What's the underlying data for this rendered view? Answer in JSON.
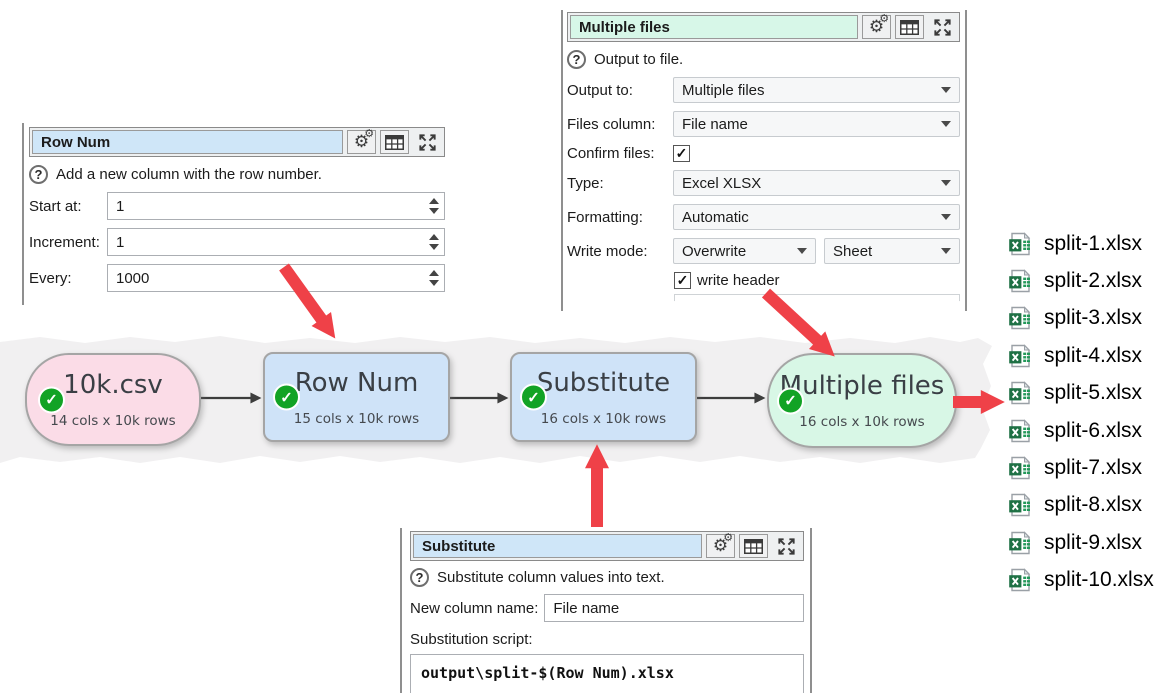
{
  "panels": {
    "row_num": {
      "title": "Row Num",
      "help": "Add a new column with the row number.",
      "fields": [
        {
          "label": "Start at:",
          "value": "1"
        },
        {
          "label": "Increment:",
          "value": "1"
        },
        {
          "label": "Every:",
          "value": "1000"
        }
      ]
    },
    "multiple_files": {
      "title": "Multiple files",
      "help": "Output to file.",
      "output_to_label": "Output to:",
      "output_to_value": "Multiple files",
      "files_column_label": "Files column:",
      "files_column_value": "File name",
      "confirm_files_label": "Confirm files:",
      "type_label": "Type:",
      "type_value": "Excel XLSX",
      "formatting_label": "Formatting:",
      "formatting_value": "Automatic",
      "write_mode_label": "Write mode:",
      "write_mode_value": "Overwrite",
      "write_mode_value2": "Sheet",
      "write_header_label": "write header"
    },
    "substitute": {
      "title": "Substitute",
      "help": "Substitute column values into text.",
      "new_column_label": "New column name:",
      "new_column_value": "File name",
      "script_label": "Substitution script:",
      "script_value": "output\\split-$(Row Num).xlsx"
    }
  },
  "flow": {
    "nodes": [
      {
        "title": "10k.csv",
        "meta": "14 cols x 10k rows",
        "kind": "input"
      },
      {
        "title": "Row Num",
        "meta": "15 cols x 10k rows",
        "kind": "transform"
      },
      {
        "title": "Substitute",
        "meta": "16 cols x 10k rows",
        "kind": "transform"
      },
      {
        "title": "Multiple files",
        "meta": "16 cols x 10k rows",
        "kind": "output"
      }
    ]
  },
  "files": {
    "items": [
      "split-1.xlsx",
      "split-2.xlsx",
      "split-3.xlsx",
      "split-4.xlsx",
      "split-5.xlsx",
      "split-6.xlsx",
      "split-7.xlsx",
      "split-8.xlsx",
      "split-9.xlsx",
      "split-10.xlsx"
    ]
  },
  "icons": {
    "gear": "⚙",
    "check": "✓",
    "question": "?"
  },
  "colors": {
    "node_input_pink": "#fbdce7",
    "node_transform_blue": "#cfe3f8",
    "node_output_green": "#d8f7e6",
    "title_bar_blue": "#cfe6f8",
    "title_bar_green": "#d7f7e8",
    "arrow_red": "#ef4148",
    "badge_green": "#12a325",
    "excel_green": "#1f7145"
  }
}
